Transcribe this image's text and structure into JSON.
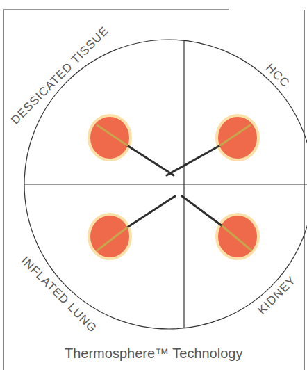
{
  "diagram": {
    "caption": "Thermosphere™ Technology",
    "labels": [
      "DESSICATED TISSUE",
      "HCC",
      "INFLATED LUNG",
      "KIDNEY"
    ]
  }
}
